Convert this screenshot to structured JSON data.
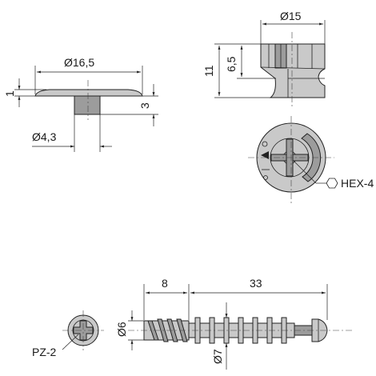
{
  "washer": {
    "diameter_label": "Ø16,5",
    "thickness_label": "1",
    "boss_height_label": "3",
    "boss_diameter_label": "Ø4,3"
  },
  "cam_housing": {
    "diameter_label": "Ø15",
    "total_height_label": "11",
    "upper_height_label": "6,5",
    "drive_label": "HEX-4"
  },
  "connecting_bolt": {
    "head_length_label": "8",
    "shank_length_label": "33",
    "thread_diameter_label": "Ø6",
    "shank_diameter_label": "Ø7",
    "drive_label": "PZ-2"
  },
  "colors": {
    "part_fill": "#c9c9c9",
    "part_shade": "#9c9c9c",
    "line": "#222222"
  }
}
